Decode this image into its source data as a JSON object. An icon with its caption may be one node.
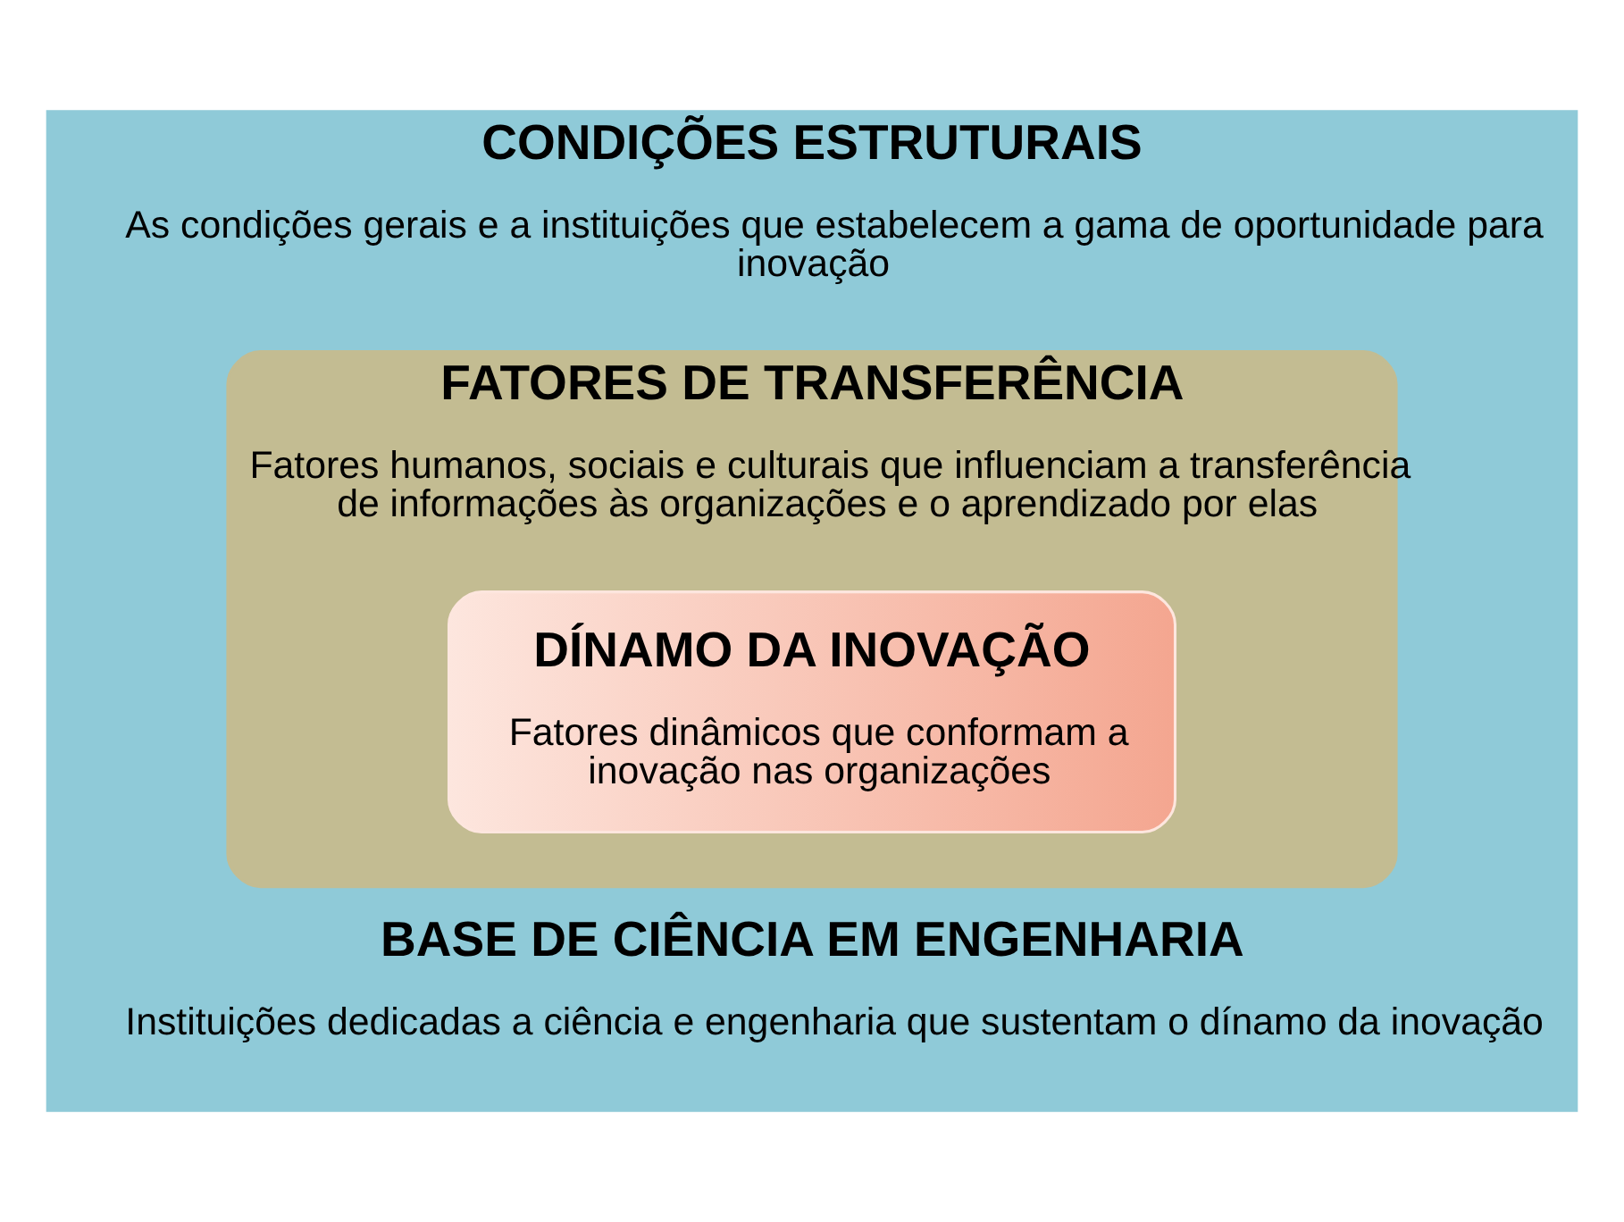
{
  "diagram": {
    "nodes": [
      {
        "text": [
          "CONDIÇÕES ESTRUTURAIS",
          "As condições gerais e a instituições que estabelecem a gama de oportunidade para inovação",
          "BASE DE CIÊNCIA EM ENGENHARIA",
          "Instituições dedicadas a ciência e engenharia que sustentam o dínamo da inovação"
        ]
      },
      {
        "text": [
          "FATORES DE TRANSFERÊNCIA",
          "Fatores humanos, sociais e culturais que influenciam a transferência de informações às organizações e o aprendizado por elas"
        ],
        "in": 0
      },
      {
        "text": [
          "DÍNAMO DA INOVAÇÃO",
          "Fatores dinâmicos que conformam a inovação nas organizações"
        ],
        "in": 1
      }
    ],
    "edges": []
  }
}
